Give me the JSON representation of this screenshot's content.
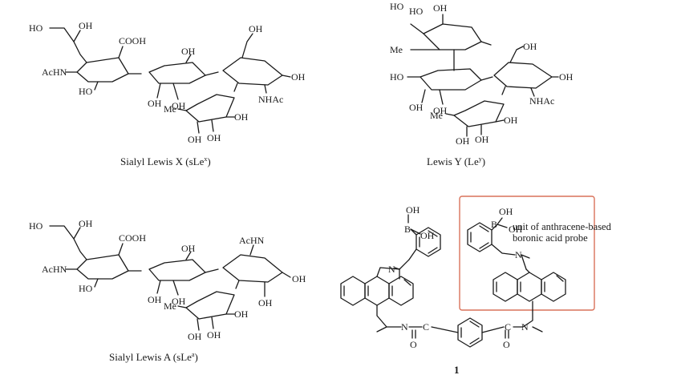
{
  "structures": {
    "slex": {
      "caption_main": "Sialyl Lewis X (sLe",
      "caption_sup": "x",
      "caption_end": ")",
      "labels": {
        "ho_top": "HO",
        "oh_top": "OH",
        "cooh": "COOH",
        "achn": "AcHN",
        "ho_low": "HO",
        "oh_mid": "OH",
        "oh_right_top": "OH",
        "oh_end": "OH",
        "nhac": "NHAc",
        "oh_a": "OH",
        "oh_b": "OH",
        "me": "Me",
        "oh_c": "OH",
        "oh_d": "OH",
        "oh_e": "OH"
      }
    },
    "ley": {
      "caption_main": "Lewis Y (Le",
      "caption_sup": "y",
      "caption_end": ")",
      "labels": {
        "ho1": "HO",
        "ho2": "HO",
        "oh1": "OH",
        "me1": "Me",
        "ho3": "HO",
        "oh2": "OH",
        "oh3": "OH",
        "oh4": "OH",
        "nhac": "NHAc",
        "oh5": "OH",
        "me2": "Me",
        "oh6": "OH",
        "oh7": "OH",
        "oh8": "OH"
      }
    },
    "slea": {
      "caption_main": "Sialyl Lewis A (sLe",
      "caption_sup": "a",
      "caption_end": ")",
      "labels": {
        "ho_top": "HO",
        "oh_top": "OH",
        "cooh": "COOH",
        "achn": "AcHN",
        "ho_low": "HO",
        "oh_mid": "OH",
        "achn2": "AcHN",
        "oh_end": "OH",
        "oh_a": "OH",
        "oh_b": "OH",
        "me": "Me",
        "oh_c": "OH",
        "oh_d": "OH",
        "oh_e": "OH",
        "oh_f": "OH"
      }
    },
    "probe": {
      "number": "1",
      "annotation_line1": "unit of anthracene-based",
      "annotation_line2": "boronic acid probe",
      "labels": {
        "oh1": "OH",
        "b1": "B",
        "oh2": "OH",
        "n1": "N",
        "oh3": "OH",
        "b2": "B",
        "oh4": "OH",
        "n2": "N",
        "n3": "N",
        "c1": "C",
        "o1": "O",
        "c2": "C",
        "o2": "O",
        "n4": "N"
      }
    }
  },
  "colors": {
    "highlight_box": "#d9725a",
    "ink": "#1a1a1a"
  }
}
